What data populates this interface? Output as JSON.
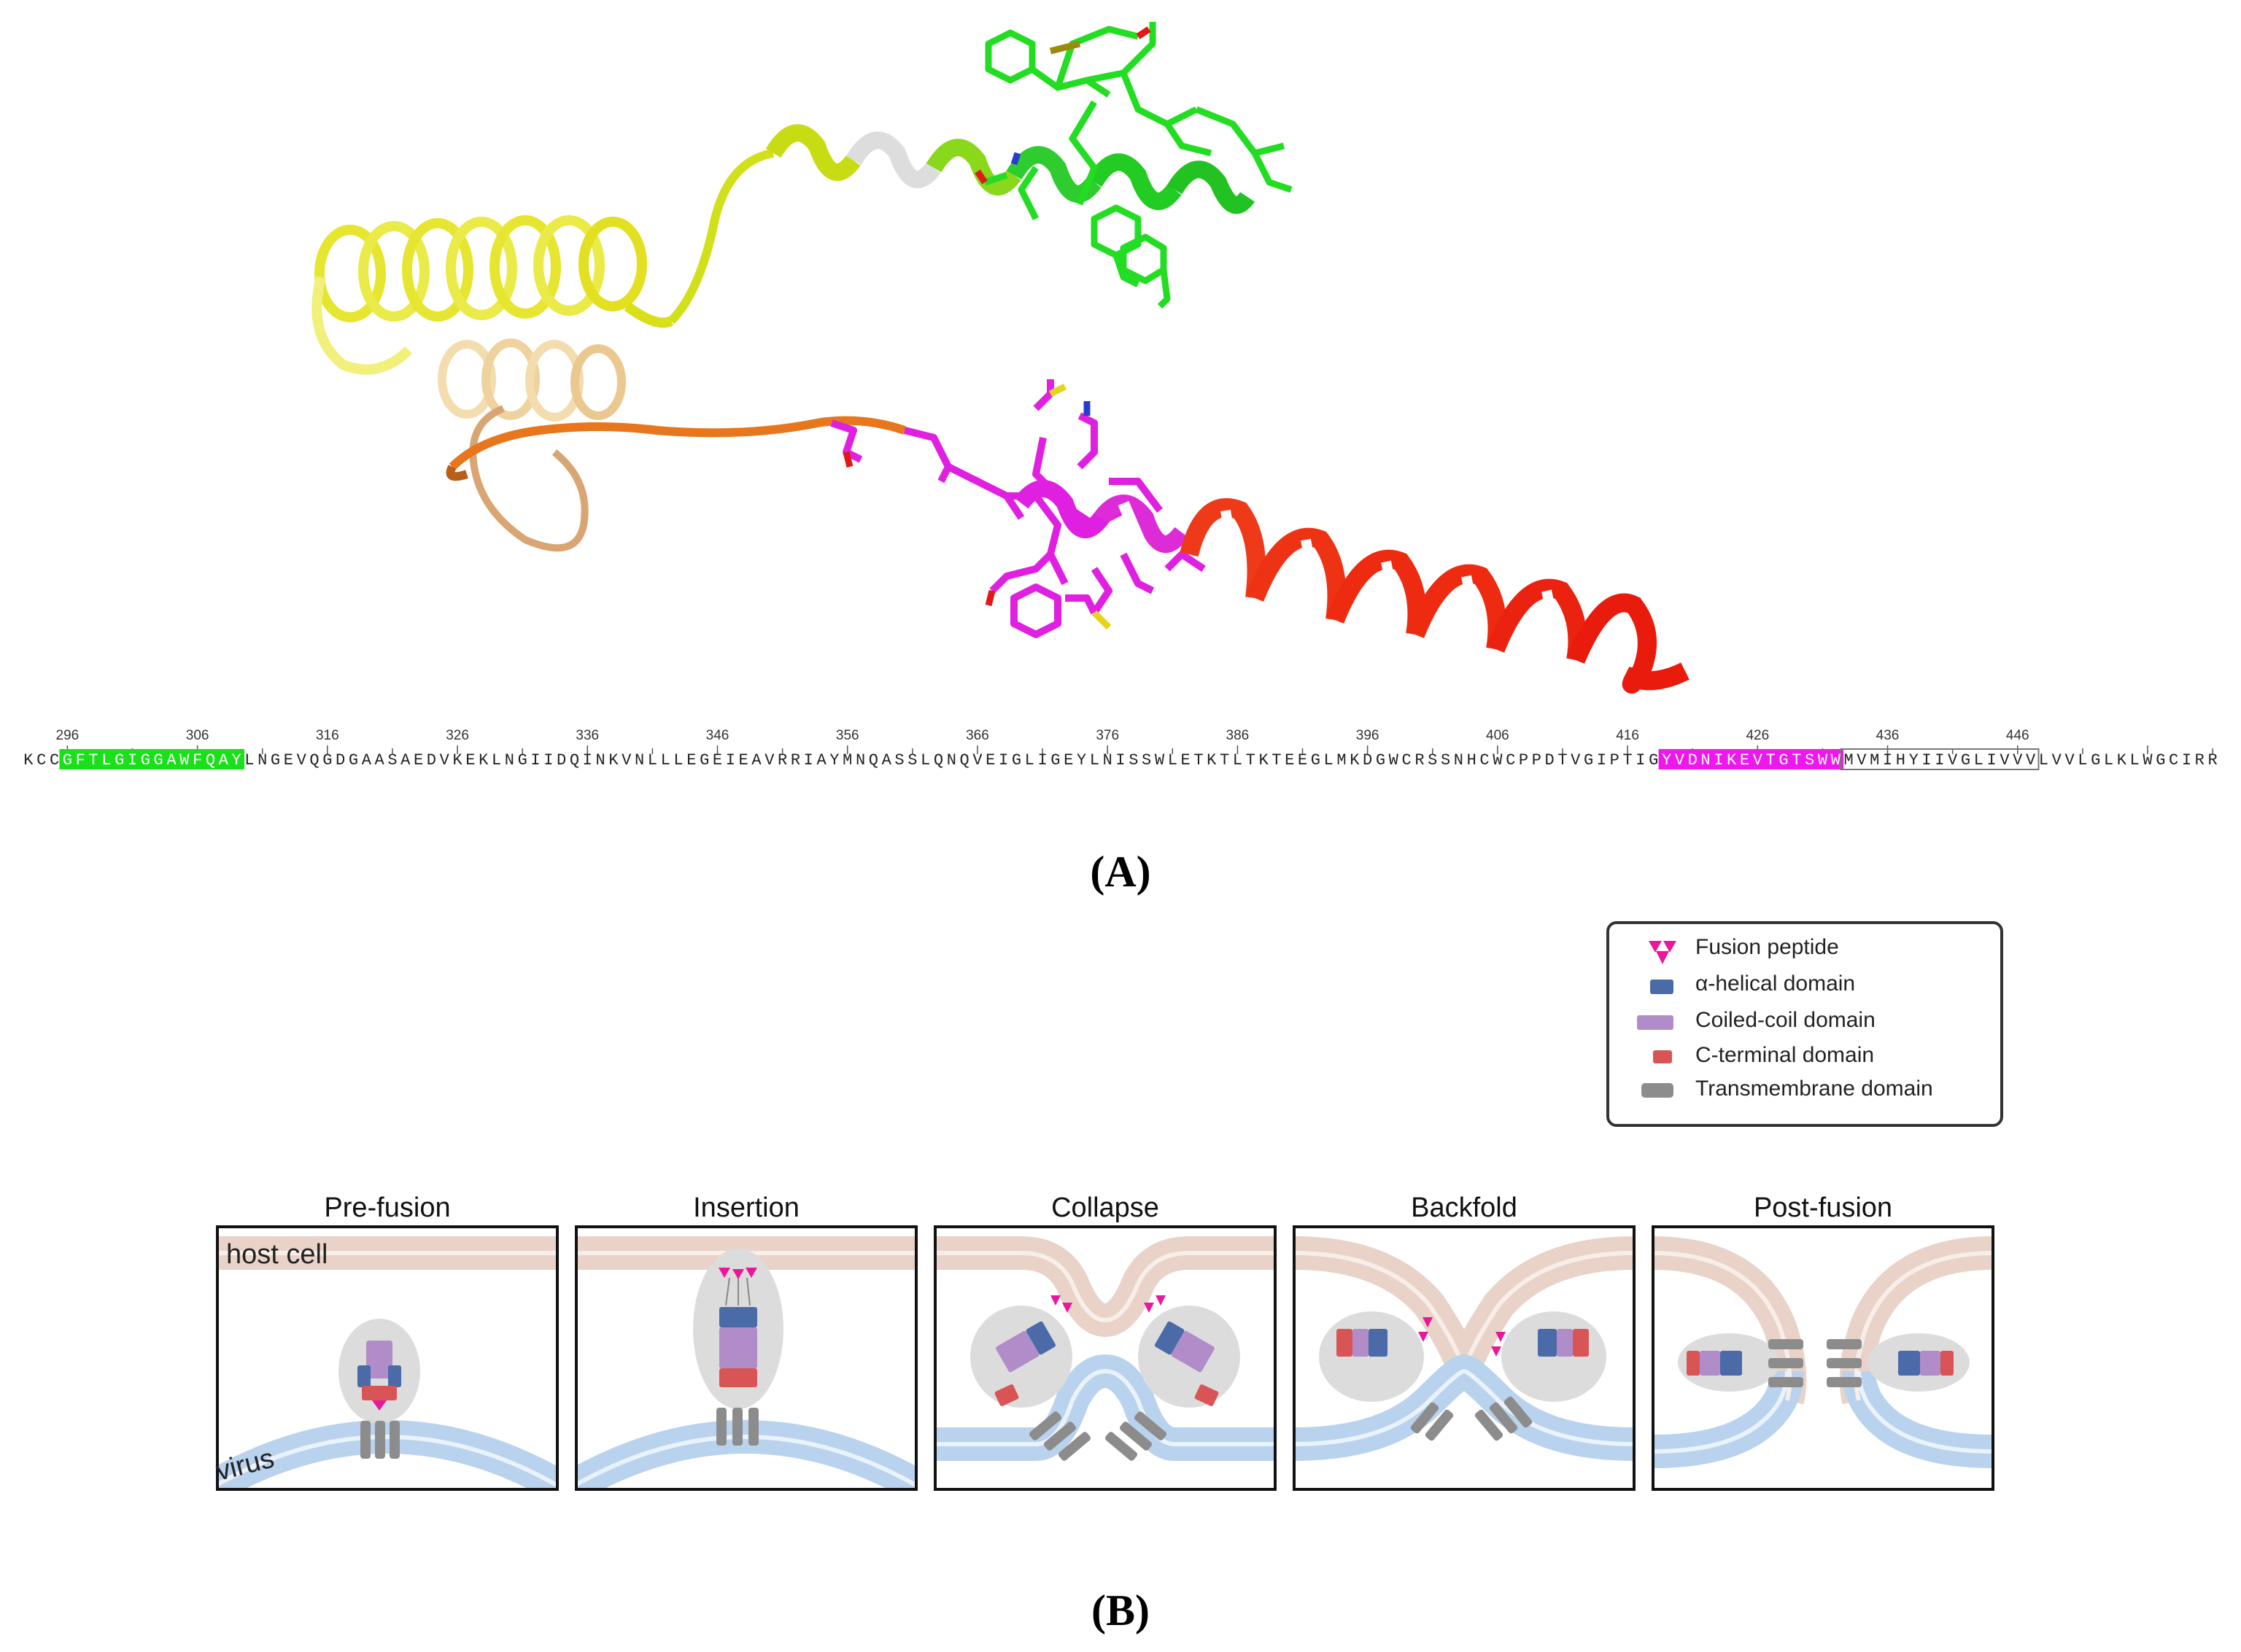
{
  "panel_a": {
    "label": "(A)",
    "sequence": "KCCGFTLGIGGAWFQAYLNGEVQGDGAASAEDVKEKLNGIIDQINKVNLLLEGEIEAVRRIAYMNQASSLQNQVEIGLIGEYLNISSWLETKTLTKTEEGLMKDGWCRSSNHCWCPPDTVGIPTIGYVDNIKEVTGTSWWMVMIHYIIVGLIVVVLVVLGLKLWGCIRR",
    "sequence_start": 293,
    "tick_numbers": [
      "296",
      "306",
      "316",
      "326",
      "336",
      "346",
      "356",
      "366",
      "376",
      "386",
      "396",
      "406",
      "416",
      "426",
      "436",
      "446"
    ],
    "highlights": [
      {
        "name": "fusion-peptide-green",
        "start": 296,
        "end": 309,
        "color": "#19e019"
      },
      {
        "name": "highlight-magenta",
        "start": 419,
        "end": 432,
        "color": "#ee18ee"
      },
      {
        "name": "boxed-transmembrane",
        "start": 433,
        "end": 447,
        "color": "#777777"
      }
    ],
    "ribbon_colors": [
      "#f0f07a",
      "#d2e01c",
      "#22cc22",
      "#f2d9a8",
      "#e8761c",
      "#e020e0",
      "#ee2a10",
      "#ffffff"
    ]
  },
  "panel_b": {
    "label": "(B)",
    "legend": [
      {
        "icon": "fusion-peptide-icon",
        "label": "Fusion peptide",
        "color": "#e8189a"
      },
      {
        "icon": "alpha-helical-icon",
        "label": "α-helical domain",
        "color": "#4a6aa8"
      },
      {
        "icon": "coiled-coil-icon",
        "label": "Coiled-coil domain",
        "color": "#b08cc8"
      },
      {
        "icon": "c-terminal-icon",
        "label": "C-terminal domain",
        "color": "#d95555"
      },
      {
        "icon": "transmembrane-icon",
        "label": "Transmembrane domain",
        "color": "#8c8c8c"
      }
    ],
    "stages": [
      "Pre-fusion",
      "Insertion",
      "Collapse",
      "Backfold",
      "Post-fusion"
    ],
    "host_label": "host cell",
    "virus_label": "virus",
    "colors": {
      "host_membrane": "#e9d3c8",
      "virus_membrane": "#b9d2ee",
      "shadow": "#dcdcdc"
    }
  }
}
